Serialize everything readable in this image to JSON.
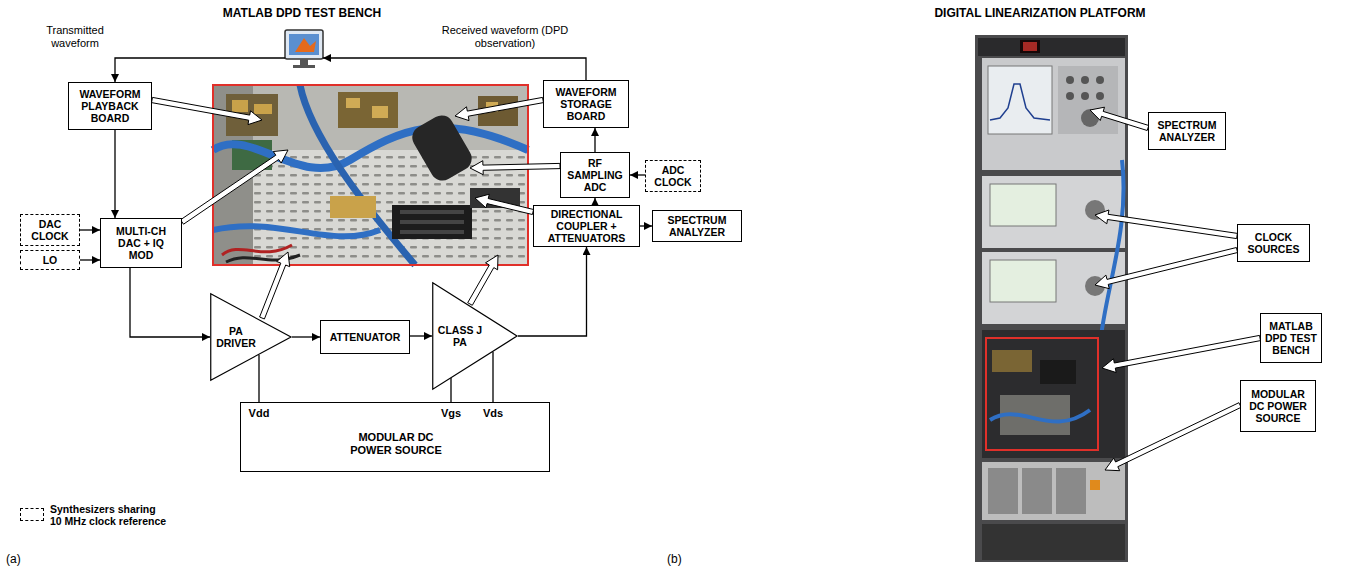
{
  "diagram": {
    "nodes": [
      {
        "text": [
          "WAVEFORM PLAYBACK BOARD"
        ]
      },
      {
        "text": [
          "MULTI-CH DAC + IQ MOD"
        ]
      },
      {
        "text": [
          "DAC CLOCK"
        ]
      },
      {
        "text": [
          "LO"
        ]
      },
      {
        "text": [
          "PA DRIVER"
        ]
      },
      {
        "text": [
          "ATTENUATOR"
        ]
      },
      {
        "text": [
          "CLASS J PA"
        ]
      },
      {
        "text": [
          "Vdd",
          "Vgs",
          "Vds",
          "MODULAR DC POWER SOURCE"
        ]
      },
      {
        "text": [
          "WAVEFORM STORAGE BOARD"
        ]
      },
      {
        "text": [
          "RF SAMPLING ADC"
        ]
      },
      {
        "text": [
          "ADC CLOCK"
        ]
      },
      {
        "text": [
          "DIRECTIONAL COUPLER + ATTENUATORS"
        ]
      },
      {
        "text": [
          "SPECTRUM ANALYZER"
        ]
      },
      {
        "text": [
          "SPECTRUM ANALYZER"
        ]
      },
      {
        "text": [
          "CLOCK SOURCES"
        ]
      },
      {
        "text": [
          "MATLAB DPD TEST BENCH"
        ]
      },
      {
        "text": [
          "MODULAR DC POWER SOURCE"
        ]
      }
    ],
    "edges": [
      {
        "from": 0,
        "to": 1,
        "arrow": "to"
      },
      {
        "from": 2,
        "to": 1,
        "arrow": "to"
      },
      {
        "from": 3,
        "to": 1,
        "arrow": "to"
      },
      {
        "from": 1,
        "to": 4,
        "arrow": "to"
      },
      {
        "from": 4,
        "to": 5,
        "arrow": "to"
      },
      {
        "from": 5,
        "to": 6,
        "arrow": "to"
      },
      {
        "from": 6,
        "to": 11,
        "arrow": "to"
      },
      {
        "from": 11,
        "to": 12,
        "arrow": "to"
      },
      {
        "from": 11,
        "to": 9,
        "arrow": "to"
      },
      {
        "from": 10,
        "to": 9,
        "arrow": "to"
      },
      {
        "from": 9,
        "to": 8,
        "arrow": "to"
      },
      {
        "from": 7,
        "to": 4,
        "arrow": "none"
      },
      {
        "from": 7,
        "to": 6,
        "arrow": "none"
      },
      {
        "from": 7,
        "to": 6,
        "arrow": "none"
      }
    ],
    "labels": [
      "MATLAB DPD TEST BENCH",
      "DIGITAL LINEARIZATION PLATFORM",
      "Transmitted waveform",
      "Received waveform (DPD observation)",
      "(a)",
      "(b)"
    ],
    "legend": [
      {
        "text": "Synthesizers sharing 10 MHz clock reference"
      }
    ]
  }
}
